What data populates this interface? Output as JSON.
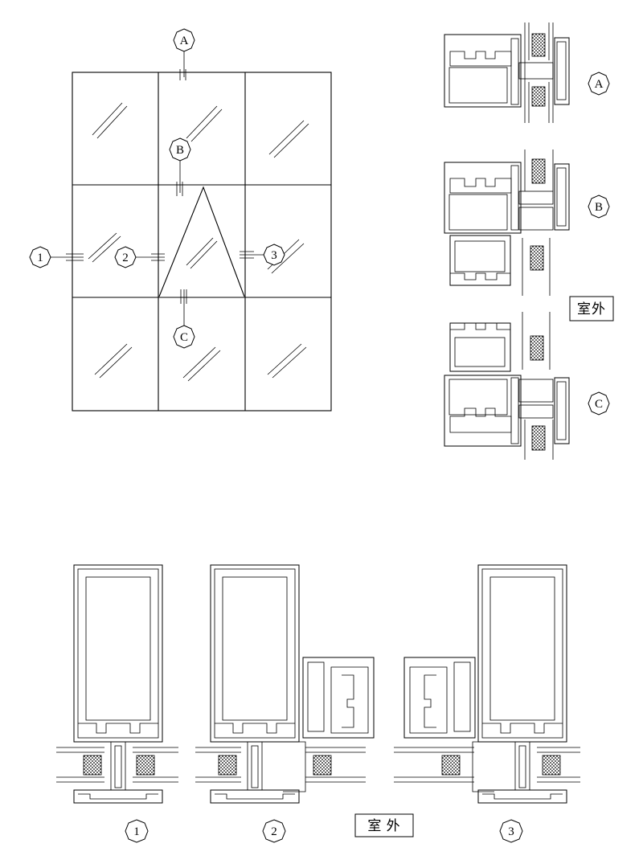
{
  "elevation": {
    "markers": {
      "a": "A",
      "b": "B",
      "c": "C",
      "m1": "1",
      "m2": "2",
      "m3": "3"
    }
  },
  "vertical_sections": {
    "labels": [
      "A",
      "B",
      "C"
    ],
    "exterior_note": "室外"
  },
  "horizontal_sections": {
    "labels": [
      "1",
      "2",
      "3"
    ],
    "exterior_note": "室 外"
  }
}
